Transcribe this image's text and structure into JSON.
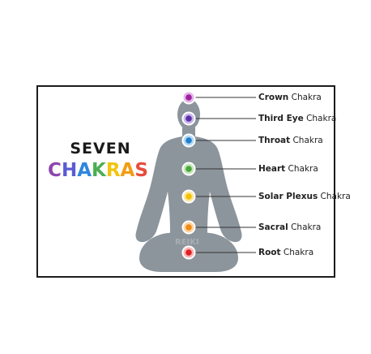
{
  "title": {
    "line1": "SEVEN",
    "line2_letters": [
      {
        "ch": "C",
        "color": "#8e44ad"
      },
      {
        "ch": "H",
        "color": "#5b5bd6"
      },
      {
        "ch": "A",
        "color": "#2e86de"
      },
      {
        "ch": "K",
        "color": "#4caf50"
      },
      {
        "ch": "R",
        "color": "#f1c40f"
      },
      {
        "ch": "A",
        "color": "#f39c12"
      },
      {
        "ch": "S",
        "color": "#e74c3c"
      }
    ]
  },
  "watermark": "REIKI",
  "chakras": [
    {
      "name": "Crown",
      "suffix": "Chakra",
      "color": "#a020a0",
      "glow": "#e3b7e8"
    },
    {
      "name": "Third Eye",
      "suffix": "Chakra",
      "color": "#5b2fa8",
      "glow": "#c9b7ea"
    },
    {
      "name": "Throat",
      "suffix": "Chakra",
      "color": "#1f7fd0",
      "glow": "#b7d9f3"
    },
    {
      "name": "Heart",
      "suffix": "Chakra",
      "color": "#4aa83a",
      "glow": "#c6e7bf"
    },
    {
      "name": "Solar Plexus",
      "suffix": "Chakra",
      "color": "#f2c200",
      "glow": "#fbe9a6"
    },
    {
      "name": "Sacral",
      "suffix": "Chakra",
      "color": "#f08a10",
      "glow": "#fbd6a8"
    },
    {
      "name": "Root",
      "suffix": "Chakra",
      "color": "#e02020",
      "glow": "#f7b7b7"
    }
  ],
  "colors": {
    "silhouette": "#8c959c",
    "frame": "#1c1c1c",
    "leader_line": "#333333"
  }
}
